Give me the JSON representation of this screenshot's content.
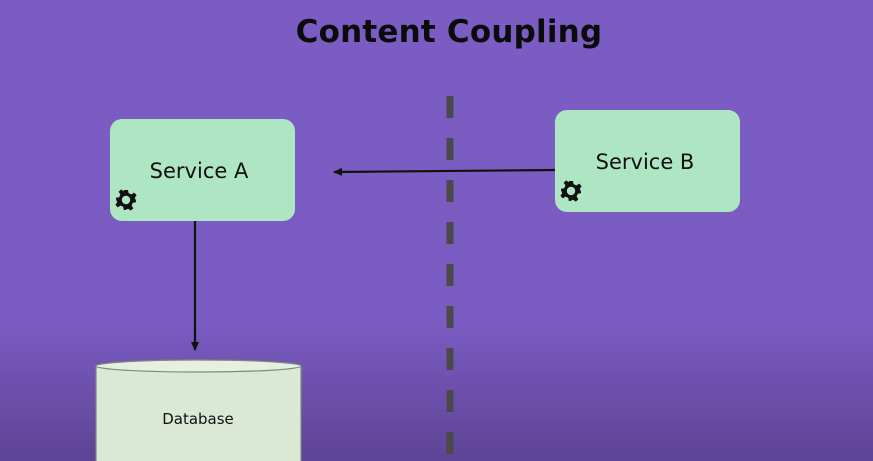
{
  "title": "Content Coupling",
  "nodes": {
    "service_a": {
      "label": "Service A",
      "icon": "gear-icon"
    },
    "service_b": {
      "label": "Service B",
      "icon": "gear-icon"
    },
    "database": {
      "label": "Database"
    }
  },
  "colors": {
    "background": "#7b5cc3",
    "service_fill": "#aee6c4",
    "database_fill": "#dbe9d4",
    "divider": "#4a4a4a",
    "arrow": "#111111"
  }
}
